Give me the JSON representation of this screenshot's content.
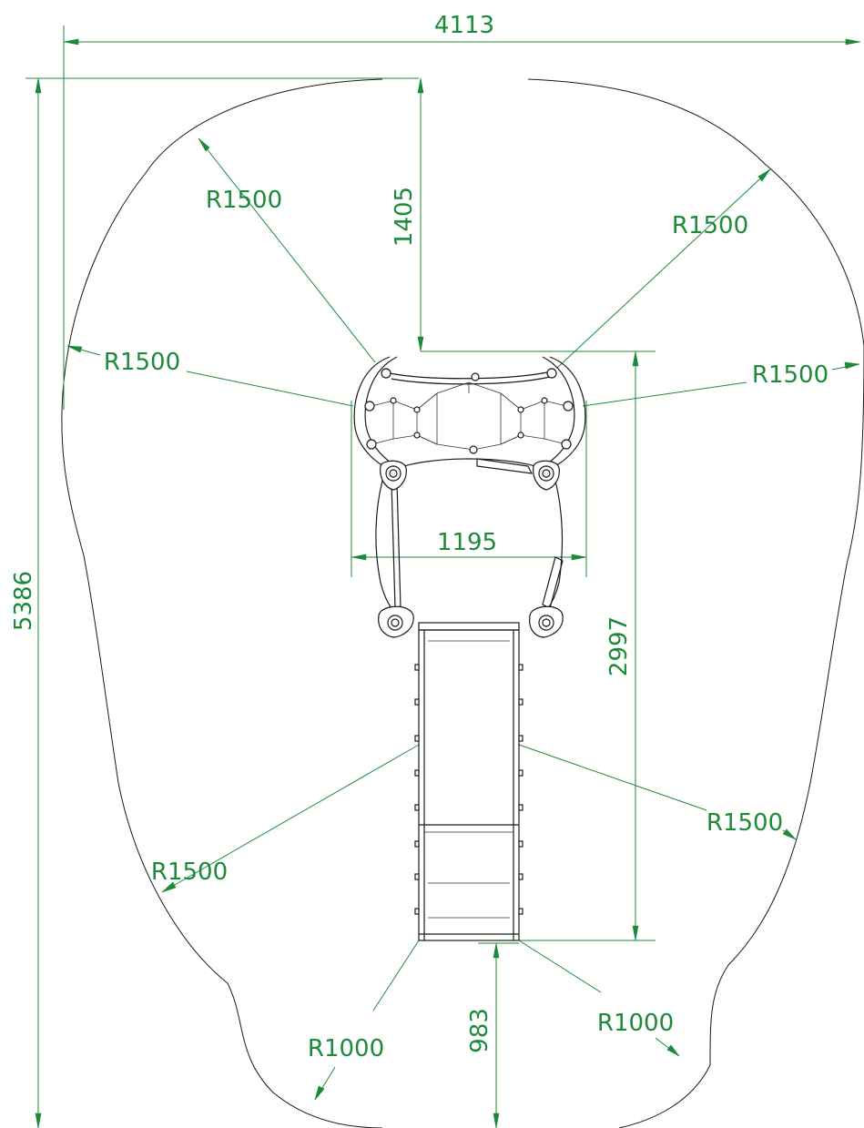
{
  "drawing": {
    "dimensions": {
      "overall_width": "4113",
      "overall_length": "5386",
      "top_to_net": "1405",
      "net_width": "1195",
      "structure_length": "2997",
      "slide_exit": "983"
    },
    "radii": {
      "top_left": "R1500",
      "top_right": "R1500",
      "mid_left": "R1500",
      "mid_right": "R1500",
      "low_left": "R1500",
      "low_right": "R1500",
      "bottom_left": "R1000",
      "bottom_right": "R1000"
    },
    "colors": {
      "dimension": "#1d8a3a",
      "outline": "#1a1a1a",
      "background": "#ffffff"
    }
  }
}
